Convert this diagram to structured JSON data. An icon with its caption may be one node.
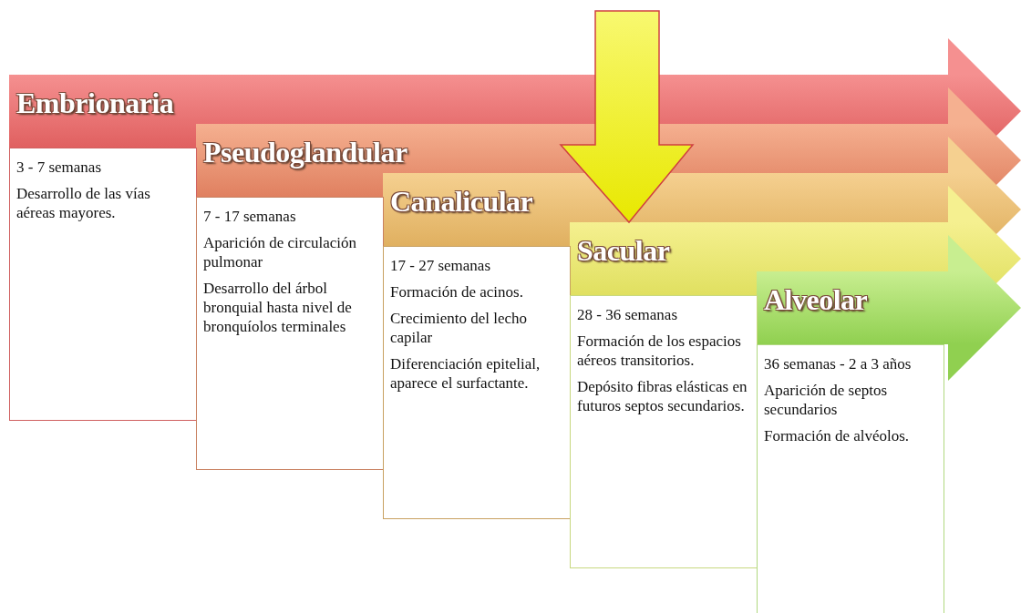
{
  "diagram": {
    "nodes": [
      {
        "text": [
          "Embrionaria"
        ]
      },
      {
        "text": [
          "3 - 7 semanas",
          "Desarrollo de las vías aéreas mayores."
        ]
      },
      {
        "text": [
          "Pseudoglandular"
        ]
      },
      {
        "text": [
          "7 - 17 semanas",
          "Aparición de circulación pulmonar",
          "Desarrollo del árbol bronquial hasta nivel de bronquíolos terminales"
        ]
      },
      {
        "text": [
          "Canalicular"
        ]
      },
      {
        "text": [
          "17 - 27 semanas",
          "Formación de acinos.",
          "Crecimiento del lecho capilar",
          "Diferenciación epitelial, aparece el surfactante."
        ]
      },
      {
        "text": [
          "Sacular"
        ]
      },
      {
        "text": [
          "28 - 36 semanas",
          "Formación de los espacios aéreos transitorios.",
          "Depósito fibras elásticas en futuros septos secundarios."
        ]
      },
      {
        "text": [
          "Alveolar"
        ]
      },
      {
        "text": [
          "36 semanas - 2 a 3 años",
          "Aparición de septos secundarios",
          "Formación de alvéolos."
        ]
      }
    ],
    "edges": [
      {
        "from": null,
        "to": 6,
        "arrow": "to"
      }
    ]
  }
}
